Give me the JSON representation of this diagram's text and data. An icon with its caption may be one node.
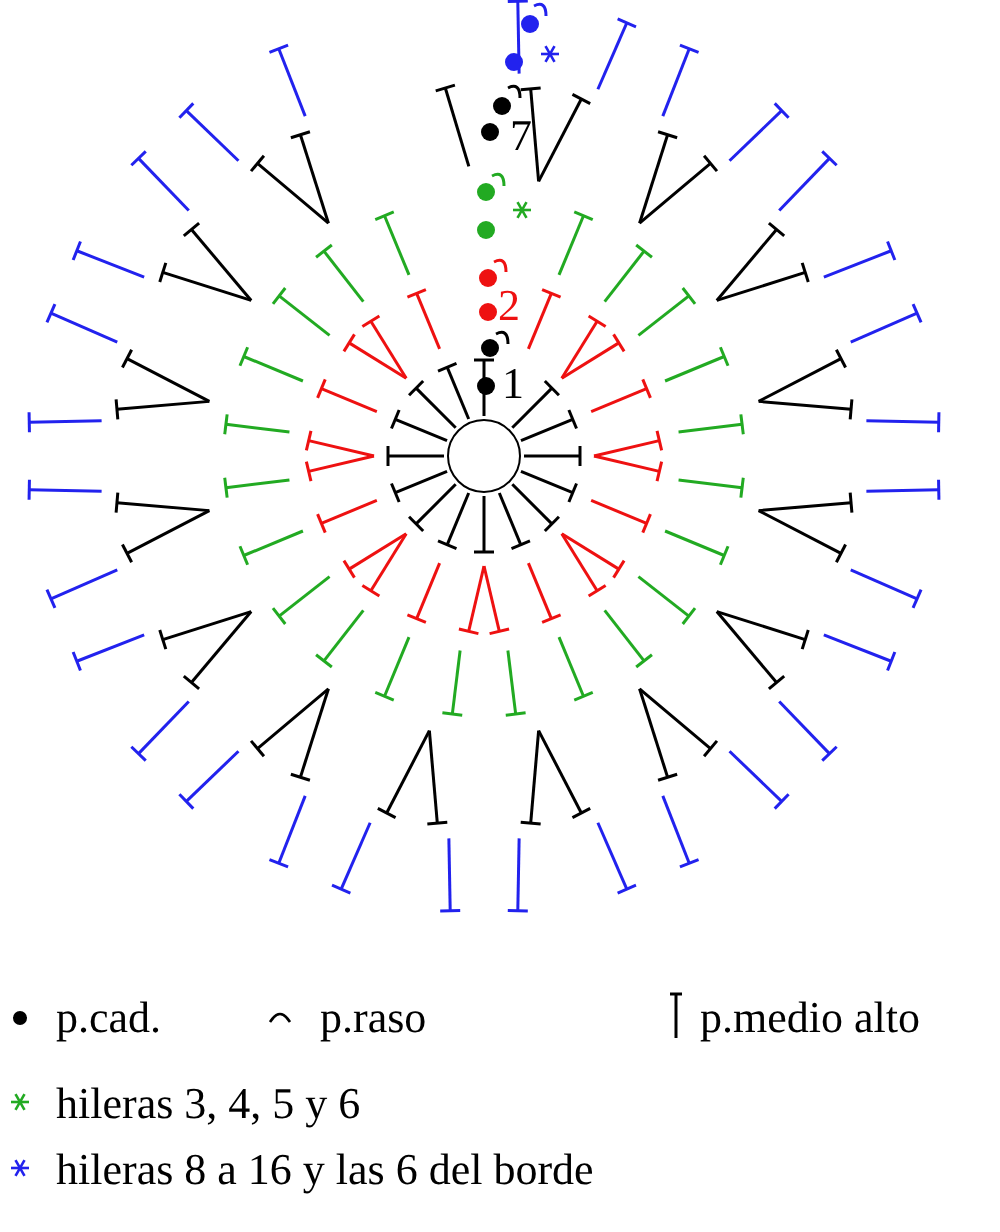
{
  "diagram": {
    "labels": [
      "7",
      "2",
      "1"
    ],
    "legend": [
      {
        "text": "p.cad."
      },
      {
        "text": "p.raso"
      },
      {
        "text": "p.medio alto"
      },
      {
        "text": "hileras 3, 4, 5 y 6",
        "color": "#22aa22"
      },
      {
        "text": "hileras 8 a 16 y las 6 del borde",
        "color": "#2222ee"
      }
    ]
  }
}
